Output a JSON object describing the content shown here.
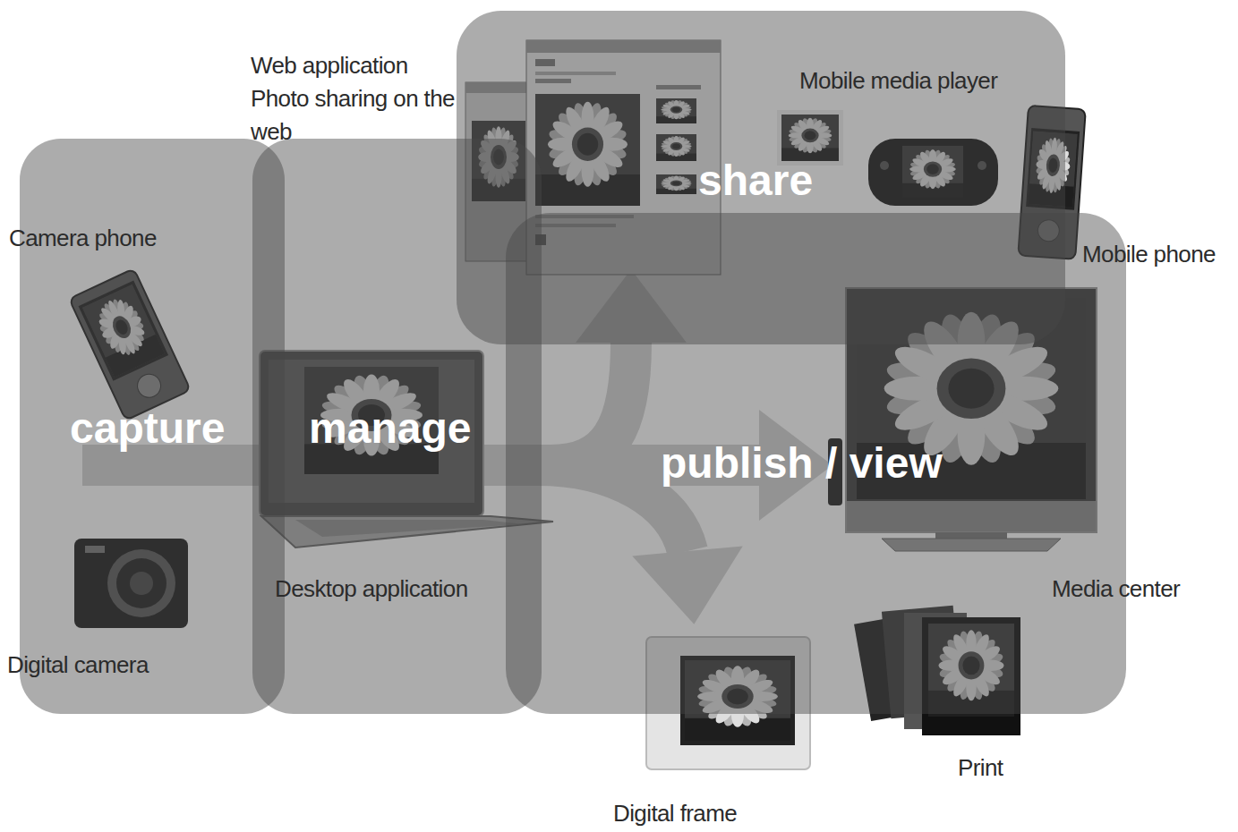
{
  "diagram": {
    "nodes": [
      {
        "text": [
          "capture"
        ]
      },
      {
        "text": [
          "manage"
        ]
      },
      {
        "text": [
          "share"
        ]
      },
      {
        "text": [
          "publish / view"
        ]
      }
    ],
    "edges": [
      {
        "from": 0,
        "to": 2,
        "arrow": "to"
      },
      {
        "from": 0,
        "to": 3,
        "arrow": "to"
      },
      {
        "from": 0,
        "to": 3,
        "arrow": "to"
      }
    ],
    "labels": [
      "Web application",
      "Photo sharing on the web",
      "Mobile media player",
      "Camera phone",
      "Mobile phone",
      "Desktop application",
      "Media center",
      "Digital camera",
      "Digital frame",
      "Print"
    ]
  }
}
